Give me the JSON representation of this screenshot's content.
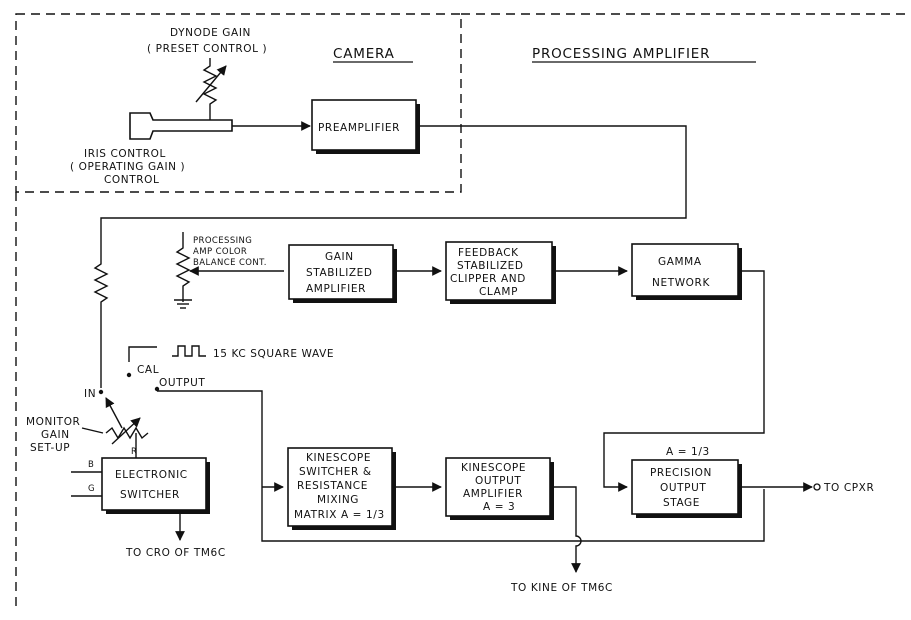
{
  "sections": {
    "camera": "CAMERA",
    "processing_amplifier": "PROCESSING  AMPLIFIER"
  },
  "labels": {
    "dynode_gain": "DYNODE GAIN",
    "preset_control": "( PRESET CONTROL )",
    "iris_control_1": "IRIS CONTROL",
    "iris_control_2": "( OPERATING GAIN )",
    "iris_control_3": "CONTROL",
    "pa_color_1": "PROCESSING",
    "pa_color_2": "AMP COLOR",
    "pa_color_3": "BALANCE CONT.",
    "square_wave": "15 KC  SQUARE WAVE",
    "cal": "CAL",
    "output": "OUTPUT",
    "in": "IN",
    "monitor_1": "MONITOR",
    "monitor_2": "GAIN",
    "monitor_3": "SET-UP",
    "r": "R",
    "b": "B",
    "g": "G",
    "to_cro": "TO  CRO  OF  TM6C",
    "to_kine": "TO  KINE  OF  TM6C",
    "to_cpxr": "TO  CPXR",
    "a_third": "A = 1/3"
  },
  "blocks": {
    "preamplifier": [
      "PREAMPLIFIER"
    ],
    "gain_stabilized": [
      "GAIN",
      "STABILIZED",
      "AMPLIFIER"
    ],
    "feedback": [
      "FEEDBACK",
      "STABILIZED",
      "CLIPPER  AND",
      "CLAMP"
    ],
    "gamma": [
      "GAMMA",
      "NETWORK"
    ],
    "electronic_switcher": [
      "ELECTRONIC",
      "SWITCHER"
    ],
    "kinescope_switcher": [
      "KINESCOPE",
      "SWITCHER  &",
      "RESISTANCE",
      "MIXING",
      "MATRIX  A = 1/3"
    ],
    "kinescope_output": [
      "KINESCOPE",
      "OUTPUT",
      "AMPLIFIER",
      "A = 3"
    ],
    "precision_output": [
      "PRECISION",
      "OUTPUT",
      "STAGE"
    ]
  }
}
